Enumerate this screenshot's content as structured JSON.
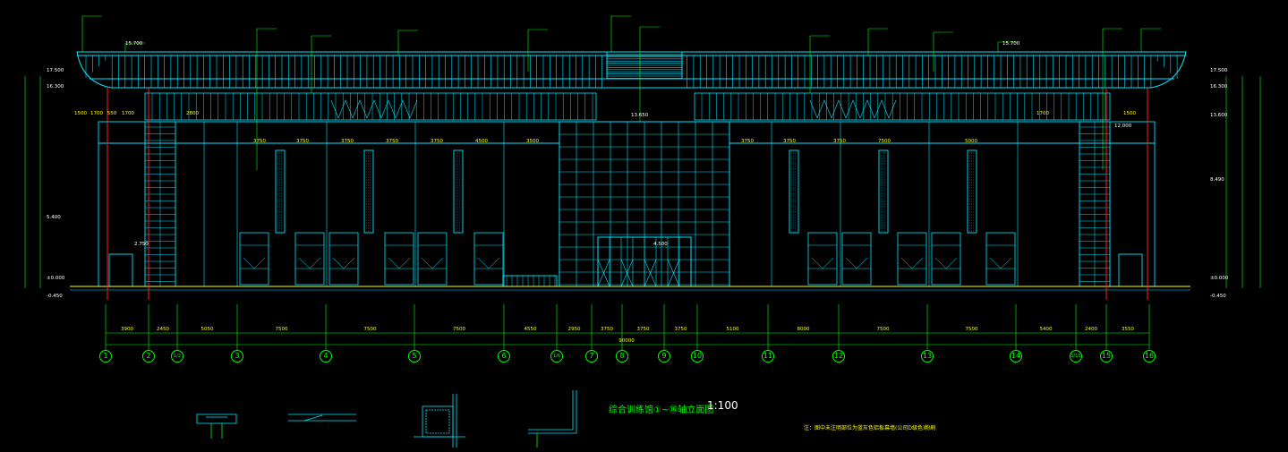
{
  "sheet": {
    "title": "综合训练馆①~⑯轴立面图",
    "scale": "1:100",
    "note": "注：图中未注明部位为蓝灰色铝板幕墙(公司D级色)粉刷"
  },
  "levels": {
    "left": [
      "17.500",
      "16.300",
      "5.400",
      "±0.000",
      "-0.450"
    ],
    "right": [
      "17.500",
      "16.300",
      "13.600",
      "8.490",
      "±0.000",
      "-0.450"
    ],
    "mid": [
      "15.700",
      "13.650",
      "12.000",
      "2.750",
      "4.500",
      "15.700"
    ]
  },
  "top_dims": [
    "1500",
    "1700",
    "550",
    "1700",
    "2800",
    "3750",
    "3750",
    "3750",
    "3750",
    "3750",
    "4500",
    "3500",
    "3750",
    "3750",
    "3750",
    "7500",
    "5000",
    "1700",
    "1500"
  ],
  "bottom_dims": [
    "3900",
    "2450",
    "5050",
    "7500",
    "7500",
    "7500",
    "4550",
    "2950",
    "3750",
    "3750",
    "3750",
    "5100",
    "8000",
    "7500",
    "7500",
    "5400",
    "2400",
    "3550"
  ],
  "overall_dim": "90000",
  "axes": [
    "1",
    "2",
    "1/2",
    "3",
    "4",
    "5",
    "6",
    "1/6",
    "7",
    "8",
    "9",
    "10",
    "11",
    "12",
    "13",
    "14",
    "1/15",
    "15",
    "16"
  ],
  "colors": {
    "cyan": "#00e5ff",
    "green": "#00ff00",
    "yellow": "#ffff00",
    "red": "#ff2020",
    "white": "#ffffff"
  }
}
